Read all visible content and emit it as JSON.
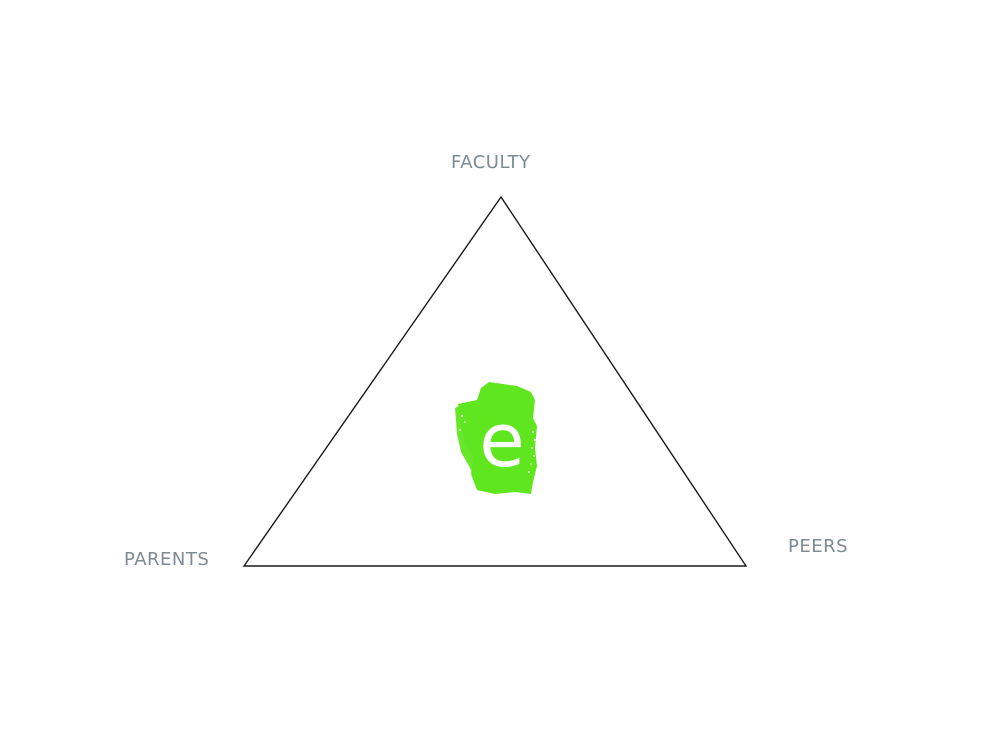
{
  "vertices": {
    "top": "FACULTY",
    "left": "PARENTS",
    "right": "PEERS"
  },
  "logo": {
    "icon": "green-e-logo",
    "letter": "e"
  },
  "colors": {
    "label": "#7d8a92",
    "triangle_stroke": "#1a1a1a",
    "logo_green": "#5fe61f",
    "background": "#ffffff"
  }
}
